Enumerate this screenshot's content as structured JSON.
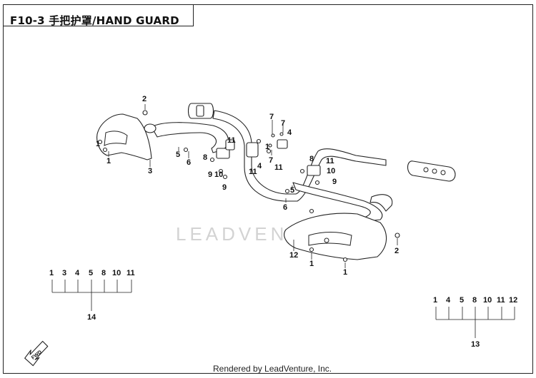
{
  "title": "F10-3 手把护罩/HAND GUARD",
  "watermark": "LEADVENTURE",
  "footer": "Rendered by LeadVenture, Inc.",
  "fwd_label": "FWD",
  "callouts": {
    "c2a": "2",
    "c1a": "1",
    "c1b": "1",
    "c3": "3",
    "c5a": "5",
    "c6a": "6",
    "c8a": "8",
    "c11a": "11",
    "c9a": "9",
    "c10a": "10",
    "c9b": "9",
    "c7a": "7",
    "c7b": "7",
    "c4a": "4",
    "c1c": "1",
    "c4b": "4",
    "c11b": "11",
    "c7c": "7",
    "c11c": "11",
    "c8b": "8",
    "c11d": "11",
    "c10b": "10",
    "c9c": "9",
    "c5b": "5",
    "c6b": "6",
    "c12": "12",
    "c1d": "1",
    "c1e": "1",
    "c2b": "2"
  },
  "kit14": {
    "parts": [
      "1",
      "3",
      "4",
      "5",
      "8",
      "10",
      "11"
    ],
    "label": "14"
  },
  "kit13": {
    "parts": [
      "1",
      "4",
      "5",
      "8",
      "10",
      "11",
      "12"
    ],
    "label": "13"
  }
}
